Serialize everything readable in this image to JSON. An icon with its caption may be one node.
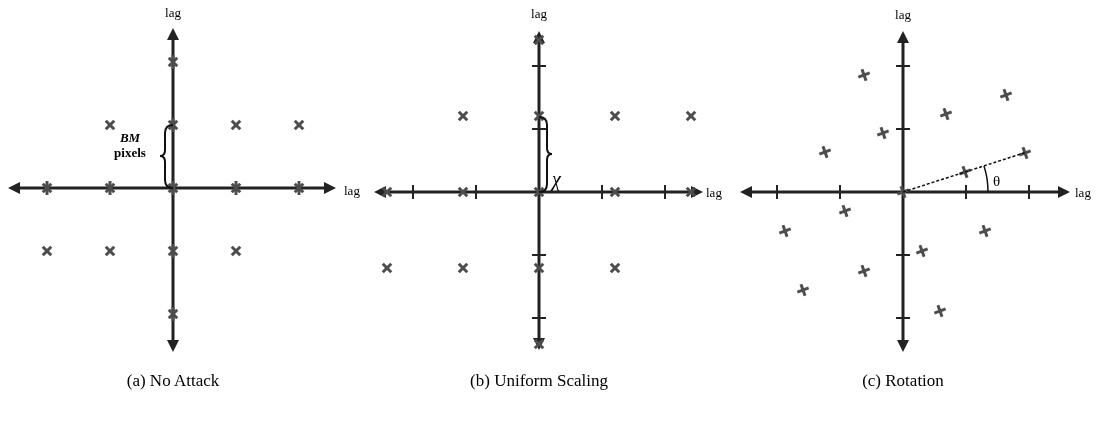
{
  "diagram": {
    "labels": [
      "lag",
      "*BM* pixels",
      "lag",
      "lag",
      "χ",
      "lag",
      "lag",
      "θ",
      "lag",
      "(a) No Attack",
      "(b) Uniform Scaling",
      "(c) Rotation"
    ]
  }
}
